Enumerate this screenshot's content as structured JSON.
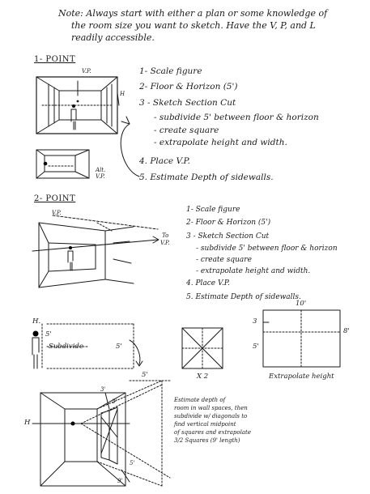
{
  "note": {
    "line1": "Note: Always start with either a plan or some knowledge of",
    "line2": "the room size you want to sketch. Have the V, P, and L",
    "line3": "readily accessible."
  },
  "section1": {
    "heading": "1- POINT",
    "vp_label": "V.P.",
    "h_label": "H",
    "alt_vp_label_1": "Alt.",
    "alt_vp_label_2": "V.P.",
    "steps": [
      "1- Scale figure",
      "2- Floor & Horizon (5')",
      "3 - Sketch Section Cut",
      "- subdivide 5' between floor & horizon",
      "- create square",
      "- extrapolate height and width.",
      "4. Place V.P.",
      "5. Estimate Depth of sidewalls."
    ]
  },
  "section2": {
    "heading": "2- POINT",
    "vp_label": "V.P.",
    "to_vp_label_1": "To",
    "to_vp_label_2": "V.P.",
    "steps": [
      "1- Scale figure",
      "2- Floor & Horizon (5')",
      "3 - Sketch Section Cut",
      "- subdivide 5' between floor & horizon",
      "- create square",
      "- extrapolate height and width.",
      "4. Place V.P.",
      "5. Estimate Depth of sidewalls."
    ]
  },
  "diagrams": {
    "h_label": "H.",
    "five_label": "5'",
    "subdivide_label": "Subdivide",
    "five_right": "5'",
    "five_bottom": "5'",
    "x2_label": "X 2",
    "ten_label": "10'",
    "three_label": "3",
    "eight_label": "8'",
    "five_side": "5'",
    "extrapolate_label": "Extrapolate height"
  },
  "bottom": {
    "h_label": "H",
    "dim1": "3'",
    "dim2": "3'",
    "dim3": "5'",
    "dim4": "9'",
    "note": [
      "Estimate depth of",
      "room in wall spaces, then",
      "subdivide w/ diagonals to",
      "find vertical midpoint",
      "of squares and extrapolate",
      "3/2 Squares (9' length)"
    ]
  }
}
